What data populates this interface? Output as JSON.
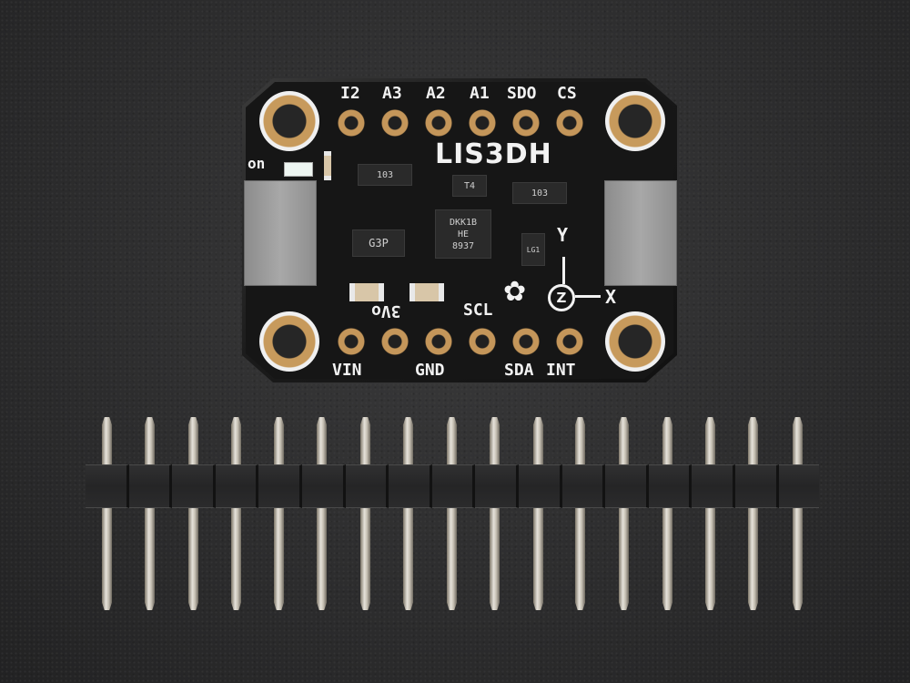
{
  "scene": {
    "description": "Product photo of LIS3DH accelerometer breakout board above a 17-pin male header strip on dark textured background",
    "background_color": "#2e2e2f"
  },
  "board": {
    "title": "LIS3DH",
    "top_pins": [
      "I2",
      "A3",
      "A2",
      "A1",
      "SDO",
      "CS"
    ],
    "bottom_pins": [
      "VIN",
      "3Vo",
      "GND",
      "SCL",
      "SDA",
      "INT"
    ],
    "power_led_label": "on",
    "axis_labels": {
      "x": "X",
      "y": "Y",
      "z": "Z"
    },
    "chip_markings": {
      "main_ic": [
        "DKK1B",
        "HE",
        "8937"
      ],
      "regulator": "G3P",
      "resistor_pack_left": "103",
      "resistor_pack_right": "103",
      "transistor": "T4",
      "level_shifter": "LG1"
    },
    "pad_color": "#c4965a",
    "board_color": "#171717",
    "silkscreen_color": "#f2f2f2"
  },
  "header": {
    "pin_count": 17,
    "pin_x": [
      117,
      164,
      212,
      259,
      306,
      353,
      401,
      448,
      496,
      543,
      591,
      637,
      685,
      733,
      780,
      827,
      876
    ]
  }
}
